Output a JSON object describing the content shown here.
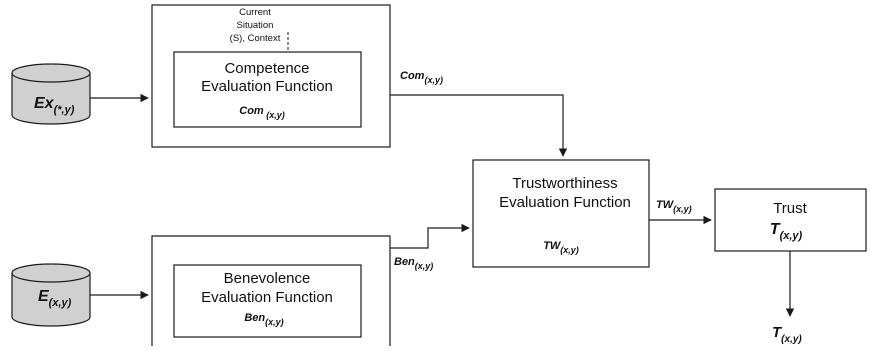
{
  "top_input": {
    "base": "Ex",
    "sub": "(*,y)"
  },
  "bottom_input": {
    "base": "E",
    "sub": "(x,y)"
  },
  "competence": {
    "context_line1": "Current",
    "context_line2": "Situation",
    "context_line3": "(S), Context",
    "title_line1": "Competence",
    "title_line2": "Evaluation Function",
    "fn_base": "Com",
    "fn_sub": " (x,y)"
  },
  "benevolence": {
    "title_line1": "Benevolence",
    "title_line2": "Evaluation Function",
    "fn_base": "Ben",
    "fn_sub": "(x,y)"
  },
  "trustworthiness": {
    "title_line1": "Trustworthiness",
    "title_line2": "Evaluation Function",
    "fn_base": "TW",
    "fn_sub": "(x,y)"
  },
  "trust": {
    "title": "Trust",
    "fn_base": "T",
    "fn_sub": "(x,y)"
  },
  "edges": {
    "com_base": "Com",
    "com_sub": "(x,y)",
    "ben_base": "Ben",
    "ben_sub": "(x,y)",
    "tw_base": "TW",
    "tw_sub": "(x,y)",
    "out_base": "T",
    "out_sub": "(x,y)"
  },
  "colors": {
    "database_fill": "#d0d0d0",
    "stroke": "#1a1a1a"
  }
}
